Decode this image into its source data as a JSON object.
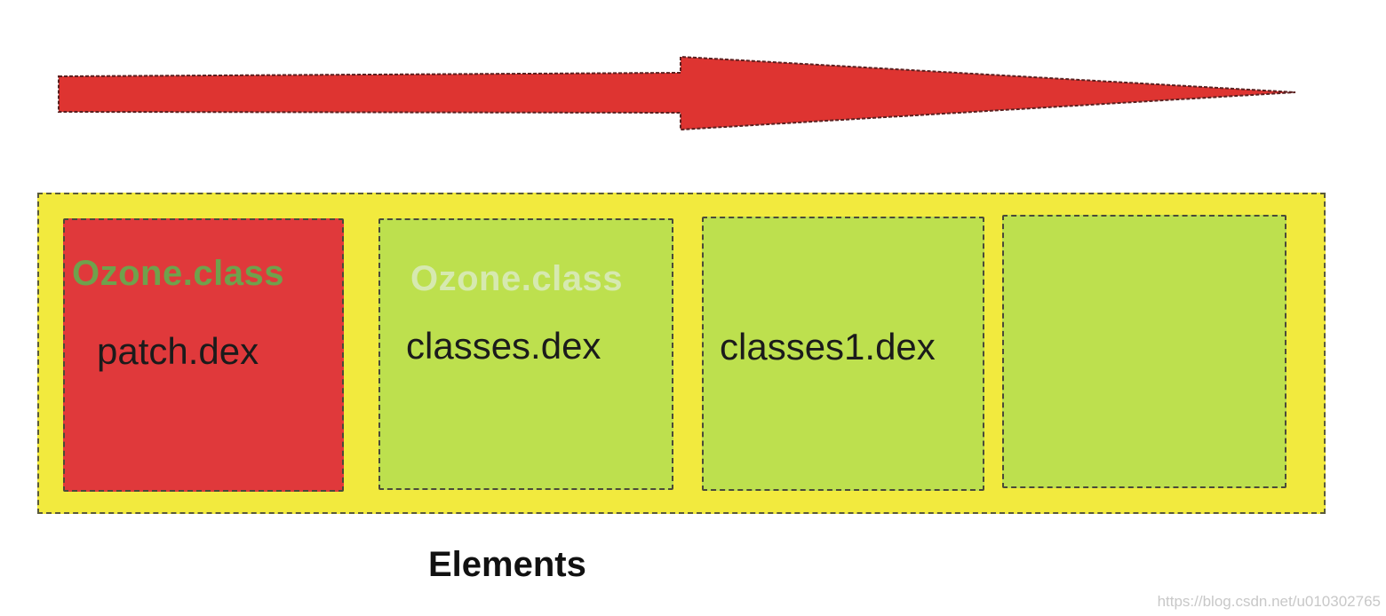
{
  "colors": {
    "arrow": "#de3431",
    "container_background": "#f2ea3e",
    "patch_box": "#e0393b",
    "dex_box": "#bde04e",
    "ozone_text_primary": "#6fa14c",
    "ozone_text_faded": "#d6e9b0"
  },
  "arrow": {
    "direction": "right"
  },
  "boxes": [
    {
      "ozone_label": "Ozone.class",
      "dex_label": "patch.dex",
      "fill": "red"
    },
    {
      "ozone_label": "Ozone.class",
      "dex_label": "classes.dex",
      "fill": "green"
    },
    {
      "ozone_label": "",
      "dex_label": "classes1.dex",
      "fill": "green"
    },
    {
      "ozone_label": "",
      "dex_label": "",
      "fill": "green"
    }
  ],
  "caption": "Elements",
  "watermark": "https://blog.csdn.net/u010302765"
}
